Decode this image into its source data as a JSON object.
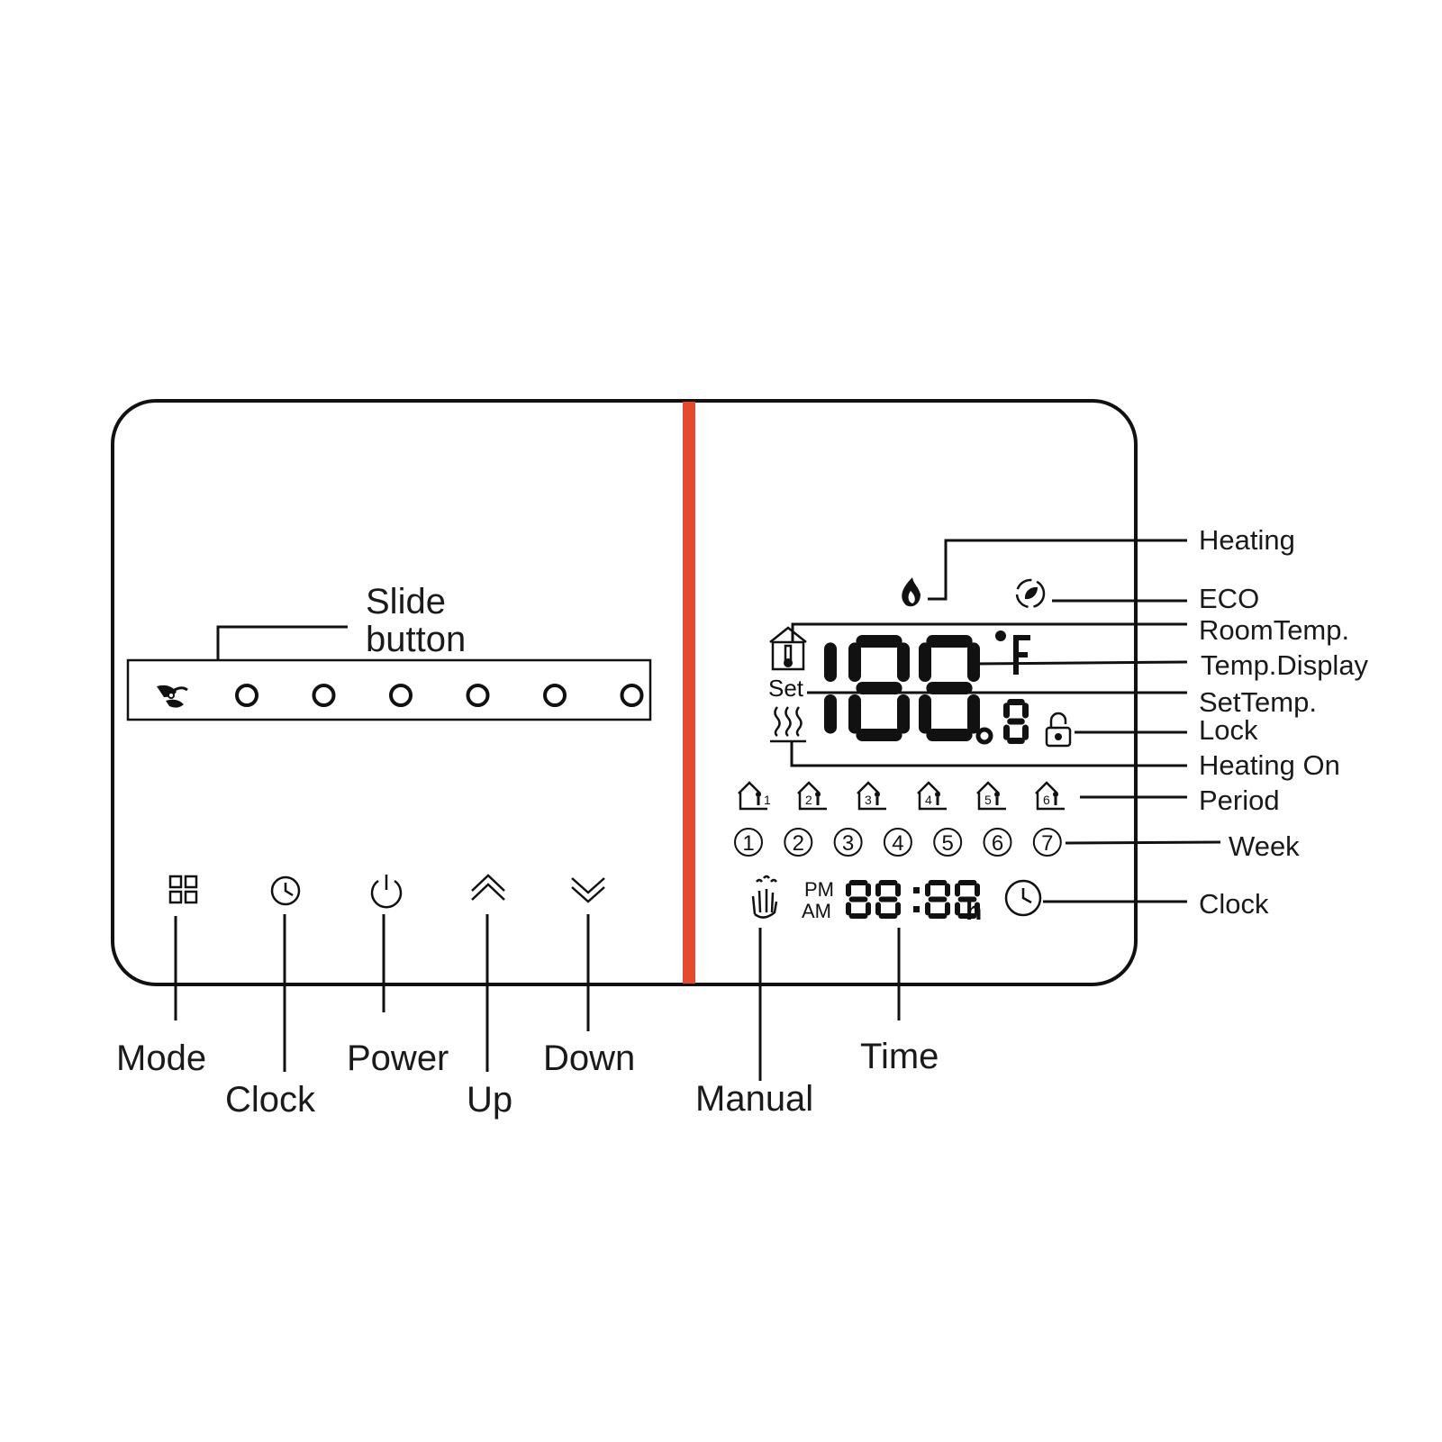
{
  "colors": {
    "divider": "#e64a2e",
    "ink": "#111111",
    "background": "#ffffff"
  },
  "left_panel": {
    "slide_label_line1": "Slide",
    "slide_label_line2": "button",
    "slider_icon": "fan-icon",
    "slider_positions": 6
  },
  "buttons": [
    {
      "key": "mode",
      "label": "Mode",
      "icon": "grid-icon"
    },
    {
      "key": "clock",
      "label": "Clock",
      "icon": "clock-icon"
    },
    {
      "key": "power",
      "label": "Power",
      "icon": "power-icon"
    },
    {
      "key": "up",
      "label": "Up",
      "icon": "chevron-up-icon"
    },
    {
      "key": "down",
      "label": "Down",
      "icon": "chevron-down-icon"
    }
  ],
  "bottom_labels": {
    "manual": "Manual",
    "time": "Time"
  },
  "lcd": {
    "set_text": "Set",
    "temp_big": "188",
    "temp_small": "8",
    "unit": "°F",
    "time_digits": "88:88",
    "time_suffix": "h",
    "pm": "PM",
    "am": "AM",
    "periods": [
      "1",
      "2",
      "3",
      "4",
      "5",
      "6"
    ],
    "week_days": [
      "1",
      "2",
      "3",
      "4",
      "5",
      "6",
      "7"
    ]
  },
  "right_labels": {
    "heating": "Heating",
    "eco": "ECO",
    "room_temp": "RoomTemp.",
    "temp_display": "Temp.Display",
    "set_temp": "SetTemp.",
    "lock": "Lock",
    "heating_on": "Heating On",
    "period": "Period",
    "week": "Week",
    "clock": "Clock"
  }
}
